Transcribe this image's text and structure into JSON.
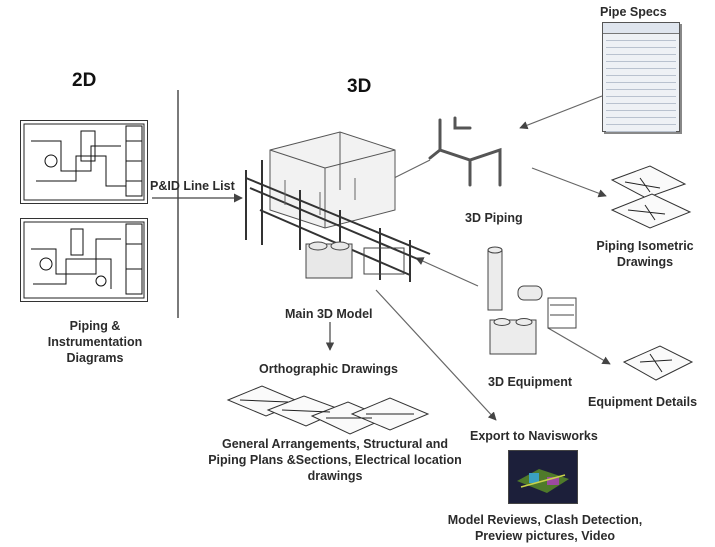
{
  "heading_2d": "2D",
  "heading_3d": "3D",
  "labels": {
    "pipe_specs": "Pipe Specs",
    "pid_line_list": "P&ID Line List",
    "piping_3d": "3D Piping",
    "piping_isometric": [
      "Piping Isometric",
      "Drawings"
    ],
    "main_model": "Main 3D Model",
    "pid_diagrams": [
      "Piping &",
      "Instrumentation",
      "Diagrams"
    ],
    "orthographic": "Orthographic Drawings",
    "equipment_3d": "3D Equipment",
    "equipment_details": "Equipment Details",
    "export_navisworks": "Export to Navisworks",
    "general_arrangements": [
      "General Arrangements, Structural and",
      "Piping Plans &Sections, Electrical location",
      "drawings"
    ],
    "model_reviews": [
      "Model Reviews, Clash Detection,",
      "Preview pictures, Video"
    ]
  },
  "colors": {
    "line": "#555555",
    "text": "#2b2b2b"
  }
}
